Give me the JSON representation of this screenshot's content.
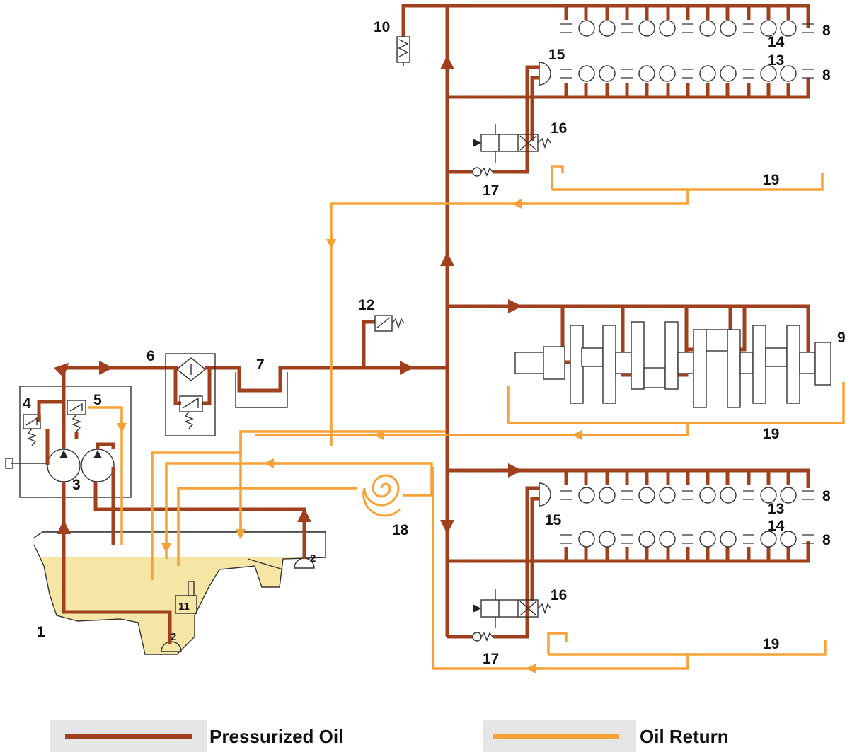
{
  "colors": {
    "pressurized": "#a0401c",
    "return": "#f7a236",
    "sump_oil": "#f6e6a6"
  },
  "labels": {
    "l1": "1",
    "l2a": "2",
    "l2b": "2",
    "l3": "3",
    "l4": "4",
    "l5": "5",
    "l6": "6",
    "l7": "7",
    "l8a": "8",
    "l8b": "8",
    "l8c": "8",
    "l8d": "8",
    "l9": "9",
    "l10": "10",
    "l11": "11",
    "l12": "12",
    "l13a": "13",
    "l13b": "13",
    "l14a": "14",
    "l14b": "14",
    "l15a": "15",
    "l15b": "15",
    "l16a": "16",
    "l16b": "16",
    "l17a": "17",
    "l17b": "17",
    "l18": "18",
    "l19a": "19",
    "l19b": "19",
    "l19c": "19"
  },
  "legend": {
    "pressurized": "Pressurized Oil",
    "return": "Oil Return"
  }
}
